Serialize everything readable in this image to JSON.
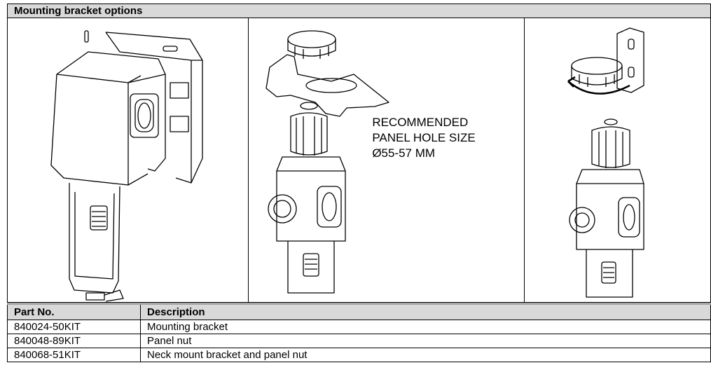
{
  "section": {
    "title": "Mounting bracket options"
  },
  "panel_note": {
    "lines": [
      "RECOMMENDED",
      "PANEL HOLE SIZE",
      "Ø55-57 MM"
    ]
  },
  "table": {
    "headers": {
      "part_no": "Part No.",
      "description": "Description"
    },
    "rows": [
      {
        "part_no": "840024-50KIT",
        "description": "Mounting bracket"
      },
      {
        "part_no": "840048-89KIT",
        "description": "Panel nut"
      },
      {
        "part_no": "840068-51KIT",
        "description": "Neck mount bracket and panel nut"
      }
    ]
  }
}
